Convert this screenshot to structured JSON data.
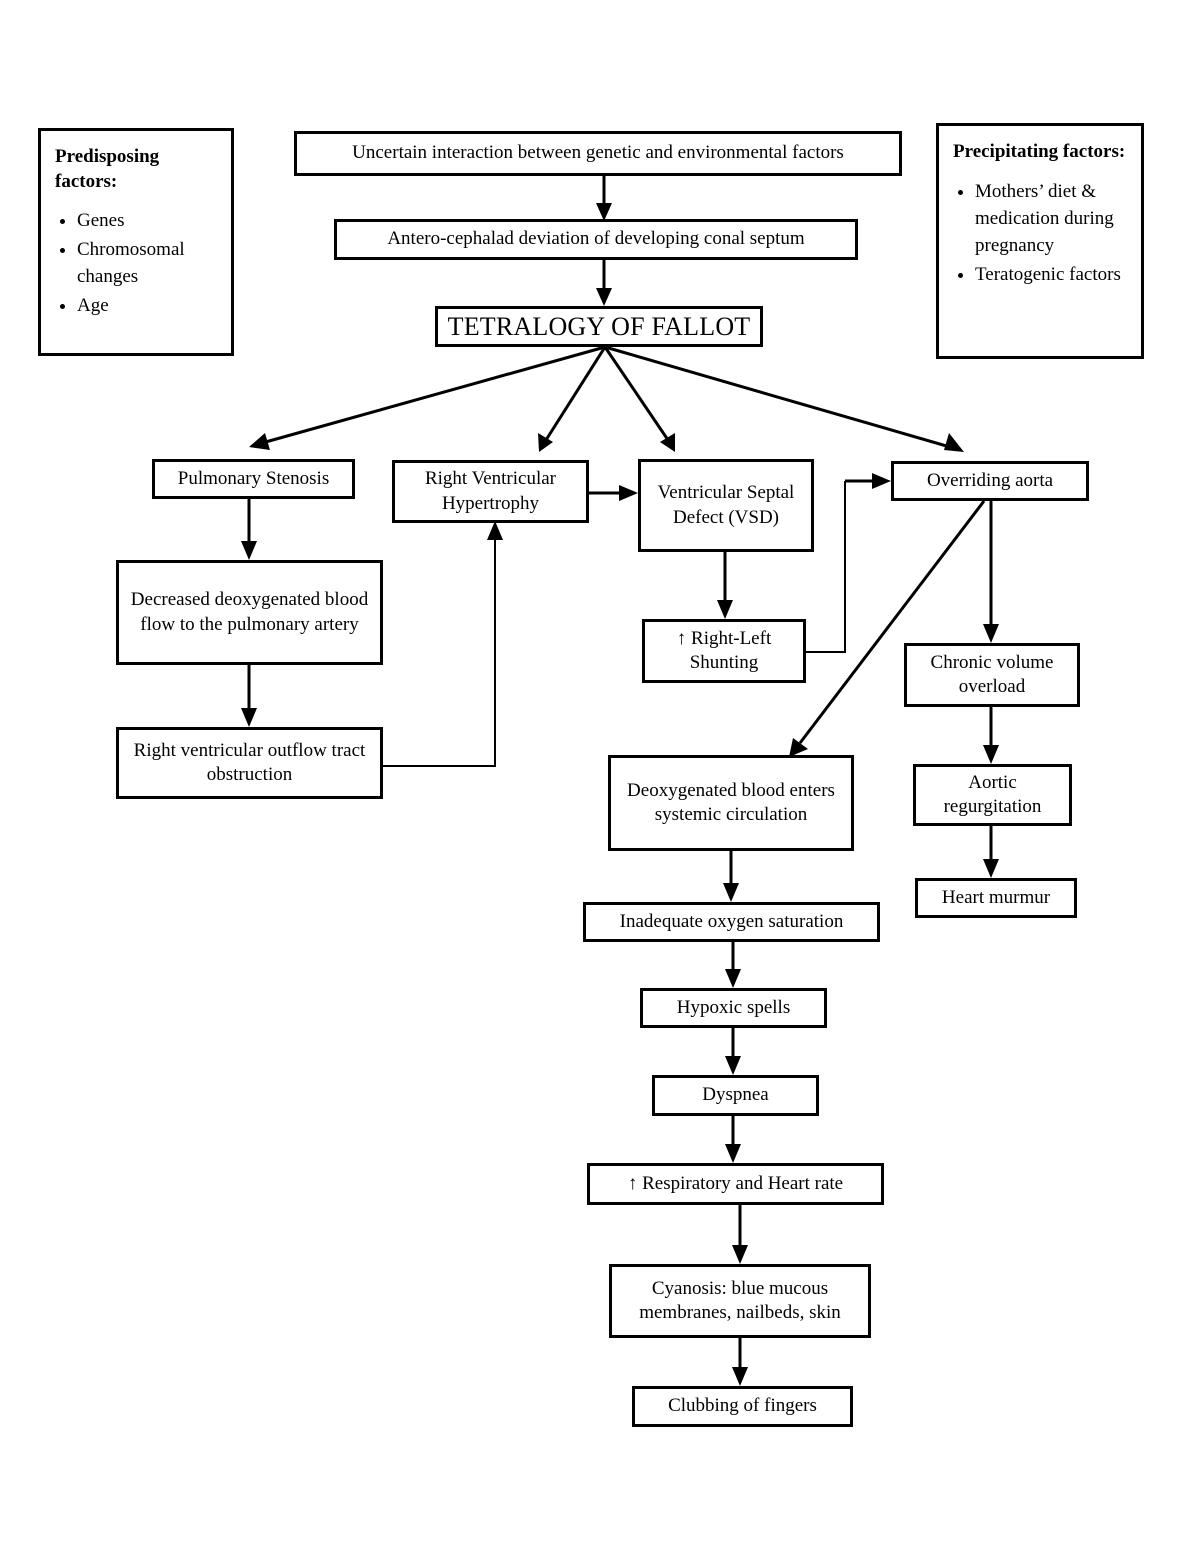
{
  "document": {
    "title": "Tetralogy of Fallot pathophysiology flowchart",
    "type": "flowchart",
    "background_color": "#ffffff",
    "line_color": "#000000",
    "text_color": "#000000"
  },
  "panels": {
    "predisposing": {
      "title": "Predisposing factors:",
      "items": [
        "Genes",
        "Chromosomal changes",
        "Age"
      ]
    },
    "precipitating": {
      "title": "Precipitating factors:",
      "items": [
        "Mothers’ diet & medication during pregnancy",
        "Teratogenic factors"
      ]
    }
  },
  "nodes": {
    "uncertain_interaction": "Uncertain interaction between genetic and environmental factors",
    "antero_cephalad": "Antero-cephalad deviation of developing conal septum",
    "tetralogy": "TETRALOGY OF FALLOT",
    "pulmonary_stenosis": "Pulmonary Stenosis",
    "right_ventricular_hypertrophy": "Right Ventricular Hypertrophy",
    "ventricular_septal_defect": "Ventricular Septal Defect (VSD)",
    "overriding_aorta": "Overriding aorta",
    "decreased_deoxygenated_flow": "Decreased deoxygenated blood flow to the pulmonary artery",
    "right_left_shunting": "↑ Right-Left Shunting",
    "chronic_volume_overload": "Chronic volume overload",
    "rvot_obstruction": "Right ventricular outflow tract obstruction",
    "deoxygenated_systemic": "Deoxygenated blood enters systemic circulation",
    "aortic_regurgitation": "Aortic regurgitation",
    "heart_murmur": "Heart murmur",
    "inadequate_oxygen": "Inadequate oxygen saturation",
    "hypoxic_spells": "Hypoxic spells",
    "dyspnea": "Dyspnea",
    "respiratory_heart_rate": "↑ Respiratory and Heart rate",
    "cyanosis": "Cyanosis: blue mucous membranes, nailbeds, skin",
    "clubbing": "Clubbing of fingers"
  },
  "edges": [
    {
      "from": "uncertain_interaction",
      "to": "antero_cephalad"
    },
    {
      "from": "antero_cephalad",
      "to": "tetralogy"
    },
    {
      "from": "tetralogy",
      "to": "pulmonary_stenosis"
    },
    {
      "from": "tetralogy",
      "to": "right_ventricular_hypertrophy"
    },
    {
      "from": "tetralogy",
      "to": "ventricular_septal_defect"
    },
    {
      "from": "tetralogy",
      "to": "overriding_aorta"
    },
    {
      "from": "pulmonary_stenosis",
      "to": "decreased_deoxygenated_flow"
    },
    {
      "from": "decreased_deoxygenated_flow",
      "to": "rvot_obstruction"
    },
    {
      "from": "rvot_obstruction",
      "to": "right_ventricular_hypertrophy"
    },
    {
      "from": "right_ventricular_hypertrophy",
      "to": "ventricular_septal_defect"
    },
    {
      "from": "ventricular_septal_defect",
      "to": "right_left_shunting"
    },
    {
      "from": "right_left_shunting",
      "to": "overriding_aorta"
    },
    {
      "from": "overriding_aorta",
      "to": "chronic_volume_overload"
    },
    {
      "from": "overriding_aorta",
      "to": "deoxygenated_systemic"
    },
    {
      "from": "chronic_volume_overload",
      "to": "aortic_regurgitation"
    },
    {
      "from": "aortic_regurgitation",
      "to": "heart_murmur"
    },
    {
      "from": "deoxygenated_systemic",
      "to": "inadequate_oxygen"
    },
    {
      "from": "inadequate_oxygen",
      "to": "hypoxic_spells"
    },
    {
      "from": "hypoxic_spells",
      "to": "dyspnea"
    },
    {
      "from": "dyspnea",
      "to": "respiratory_heart_rate"
    },
    {
      "from": "respiratory_heart_rate",
      "to": "cyanosis"
    },
    {
      "from": "cyanosis",
      "to": "clubbing"
    }
  ]
}
